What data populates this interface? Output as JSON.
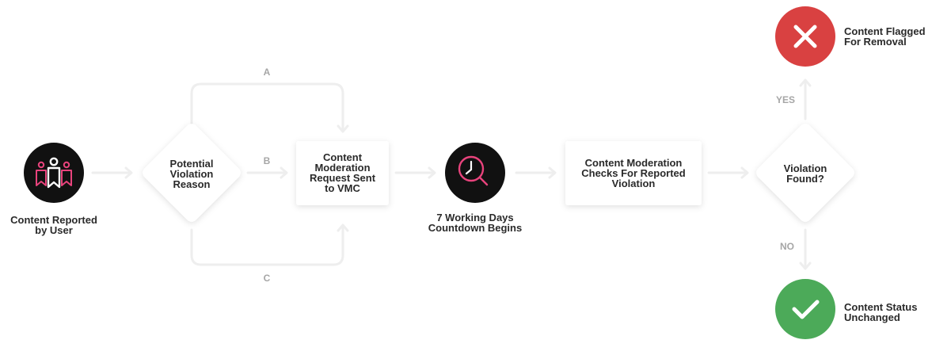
{
  "colors": {
    "connector": "#eeeeee",
    "node_dark": "#111111",
    "accent_pink": "#e8437c",
    "reject_red": "#d94141",
    "approve_green": "#4caa59",
    "text": "#2a2a2a",
    "branch_text": "#a6a6a6"
  },
  "nodes": {
    "content_reported": {
      "label": "Content Reported\nby User",
      "icon": "users-icon"
    },
    "potential_violation": {
      "label": "Potential\nViolation\nReason"
    },
    "moderation_request": {
      "label": "Content\nModeration\nRequest Sent\nto VMC"
    },
    "countdown": {
      "label": "7 Working Days\nCountdown Begins",
      "icon": "clock-search-icon"
    },
    "moderation_checks": {
      "label": "Content Moderation\nChecks For Reported\nViolation"
    },
    "violation_found": {
      "label": "Violation\nFound?"
    },
    "flagged": {
      "label": "Content Flagged\nFor Removal",
      "icon": "x-icon"
    },
    "unchanged": {
      "label": "Content Status\nUnchanged",
      "icon": "check-icon"
    }
  },
  "branches": {
    "a": "A",
    "b": "B",
    "c": "C",
    "yes": "YES",
    "no": "NO"
  }
}
